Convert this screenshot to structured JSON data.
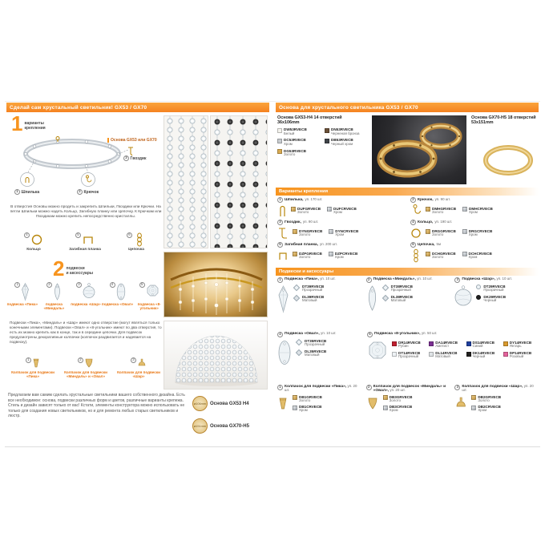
{
  "brand": {
    "orange": "#f7941e",
    "orange_dark": "#e87511"
  },
  "left": {
    "header": "Сделай сам хрустальный светильник! GX53 / GX70",
    "step1_num": "1",
    "step1_label_line1": "варианты",
    "step1_label_line2": "крепления",
    "base_callout": "Основа GX53 или GX70",
    "pin_num": "1",
    "label_pin": "Шпилька",
    "hook_num": "2",
    "label_hook": "Крючок",
    "nail_num": "3",
    "label_nail": "Гвоздик",
    "para1": "В отверстия Основы можно продеть и закрепить Шпильки, Гвоздики или Крючки. На петли Шпильки можно надеть Кольцо, Загибную планку или Цепочку. К Крючкам или Гвоздикам можно крепить непосредственно кристаллы.",
    "fastener_icons": [
      {
        "num": "4",
        "label": "Кольцо"
      },
      {
        "num": "5",
        "label": "Загибная планка"
      },
      {
        "num": "6",
        "label": "Цепочка"
      }
    ],
    "step2_num": "2",
    "step2_label_line1": "подвески",
    "step2_label_line2": "и аксессуары",
    "pendant_icons": [
      {
        "num": "1",
        "label": "подвеска «Пика»"
      },
      {
        "num": "2",
        "label": "подвеска «Миндаль»"
      },
      {
        "num": "3",
        "label": "подвеска «Шар»"
      },
      {
        "num": "4",
        "label": "подвеска «Овал»"
      },
      {
        "num": "5",
        "label": "подвеска «8-угольник»"
      }
    ],
    "para2": "Подвески «Пика», «Миндаль» и «Шар» имеют одно отверстие (могут являться только конечными элементами). Подвески «Овал» и «8-угольник» имеют по два отверстия, то есть их можно крепить как в конце, так и в середине цепочки. Для подвесок предусмотрены декоративные колпачки (колпачок раздвигается и надевается на подвеску).",
    "cap_icons": [
      {
        "num": "1",
        "label": "Колпачок для подвески «Пика»"
      },
      {
        "num": "2",
        "label": "Колпачок для подвески «Миндаль» и «Овал»"
      },
      {
        "num": "3",
        "label": "Колпачок для подвески «Шар»"
      }
    ],
    "footer": "Предлагаем вам самим сделать хрустальные светильники вашего собственного дизайна. Есть все необходимое: основа, подвески различных форм и цветов, различные варианты крепежа. Стиль и дизайн зависят только от вас! Кстати, элементы конструктора можно использовать не только для создания новых светильников, но и для ремонта любых старых светильников и люстр.",
    "diameter1": "⌀106mm",
    "photo1_caption": "Основа GX53 H4",
    "diameter2": "⌀151mm",
    "photo2_caption": "Основа GX70-H5"
  },
  "right": {
    "header": "Основа для хрустального светильника GX53 / GX70",
    "base53_title": "Основа GX53-H4 14 отверстий",
    "base53_size": "36х106mm",
    "base53_codes": [
      {
        "code": "DW53RVECB",
        "name": "Белый",
        "hex": "#f4f3ee"
      },
      {
        "code": "DN53RVECB",
        "name": "Черненая бронза",
        "hex": "#6b5138"
      },
      {
        "code": "DC53RVECB",
        "name": "Хром",
        "hex": "#c8ccd0"
      },
      {
        "code": "DB53RVECB",
        "name": "Черный хром",
        "hex": "#3f4348"
      },
      {
        "code": "DG53RVECB",
        "name": "Золото",
        "hex": "#d9ab52"
      }
    ],
    "base70_title": "Основа GX70-H5 18 отверстий",
    "base70_size": "53х151mm",
    "fasteners_header": "Варианты крепления",
    "fasteners": [
      {
        "num": "1",
        "name": "Шпилька,",
        "pack": "уп. 170 шт.",
        "code_g": "DUFGRVECB",
        "code_g_name": "Золото",
        "code_c": "DUFCRVECB",
        "code_c_name": "Хром"
      },
      {
        "num": "2",
        "name": "Крючок,",
        "pack": "уп. 90 шт.",
        "code_g": "DMHGRVECB",
        "code_g_name": "Золото",
        "code_c": "DMHCRVECB",
        "code_c_name": "Хром"
      },
      {
        "num": "3",
        "name": "Гвоздик,",
        "pack": "уп. 90 шт.",
        "code_g": "DYNGRVECB",
        "code_g_name": "Золото",
        "code_c": "DYNCRVECB",
        "code_c_name": "Хром"
      },
      {
        "num": "4",
        "name": "Кольцо,",
        "pack": "уп. 190 шт.",
        "code_g": "DRGGRVECB",
        "code_g_name": "Золото",
        "code_c": "DRGCRVECB",
        "code_c_name": "Хром"
      },
      {
        "num": "5",
        "name": "Загибная планка,",
        "pack": "уп. 200 шт.",
        "code_g": "DZPGRVECB",
        "code_g_name": "Золото",
        "code_c": "DZPCRVECB",
        "code_c_name": "Хром"
      },
      {
        "num": "6",
        "name": "Цепочка,",
        "pack": "5м",
        "code_g": "DCHGRVECB",
        "code_g_name": "Золото",
        "code_c": "DCHCRVECB",
        "code_c_name": "Хром"
      }
    ],
    "pendants_header": "Подвески и аксессуары",
    "pendants": [
      {
        "num": "1",
        "title": "Подвеска «Пика»,",
        "pack": "уп. 10 шт.",
        "code1": "DT39RVECB",
        "code1_name": "Прозрачный",
        "code2": "DL39RVECB",
        "code2_name": "Матовый"
      },
      {
        "num": "2",
        "title": "Подвеска «Миндаль»,",
        "pack": "уп. 10 шт.",
        "code1": "DT38RVECB",
        "code1_name": "Прозрачный",
        "code2": "DL38RVECB",
        "code2_name": "Матовый"
      },
      {
        "num": "3",
        "title": "Подвеска «Шар»,",
        "pack": "уп. 10 шт.",
        "code1": "DT29RVECB",
        "code1_name": "Прозрачный",
        "code2": "DK29RVECB",
        "code2_name": "Черный"
      },
      {
        "num": "4",
        "title": "Подвеска «Овал»,",
        "pack": "уп. 10 шт.",
        "code1": "DT35RVECB",
        "code1_name": "Прозрачный",
        "code2": "DL35RVECB",
        "code2_name": "Матовый"
      }
    ],
    "oct": {
      "num": "5",
      "title": "Подвеска «8-угольник»,",
      "pack": "уп. 50 шт.",
      "colors": [
        {
          "code": "DR14RVECB",
          "name": "Рубин",
          "hex": "#c11f2f"
        },
        {
          "code": "DA14RVECB",
          "name": "Аметист",
          "hex": "#7b2f92"
        },
        {
          "code": "DS14RVECB",
          "name": "Синий",
          "hex": "#1f3f9e"
        },
        {
          "code": "DY14RVECB",
          "name": "Янтарь",
          "hex": "#d99a2e"
        },
        {
          "code": "DT14RVECB",
          "name": "Прозрачный",
          "hex": "#eef2f5"
        },
        {
          "code": "DL14RVECB",
          "name": "Матовый",
          "hex": "#dfe3e6"
        },
        {
          "code": "DK14RVECB",
          "name": "Черный",
          "hex": "#22211f"
        },
        {
          "code": "DP14RVECB",
          "name": "Розовый",
          "hex": "#e4649c"
        }
      ]
    },
    "caps": [
      {
        "num": "1",
        "title": "Колпачок для подвески «Пика»,",
        "pack": "уп. 20 шт.",
        "code_g": "DB1GRVECB",
        "code_g_name": "Золото",
        "code_c": "DB1CRVECB",
        "code_c_name": "Хром"
      },
      {
        "num": "2",
        "title": "Колпачок для подвесок «Миндаль» и «Овал»,",
        "pack": "уп. 20 шт.",
        "code_g": "DB3GRVECB",
        "code_g_name": "Золото",
        "code_c": "DB3CRVECB",
        "code_c_name": "Хром"
      },
      {
        "num": "3",
        "title": "Колпачок для подвески «Шар»,",
        "pack": "уп. 20 шт.",
        "code_g": "DB2GRVECB",
        "code_g_name": "Золото",
        "code_c": "DB2CRVECB",
        "code_c_name": "Хром"
      }
    ]
  }
}
